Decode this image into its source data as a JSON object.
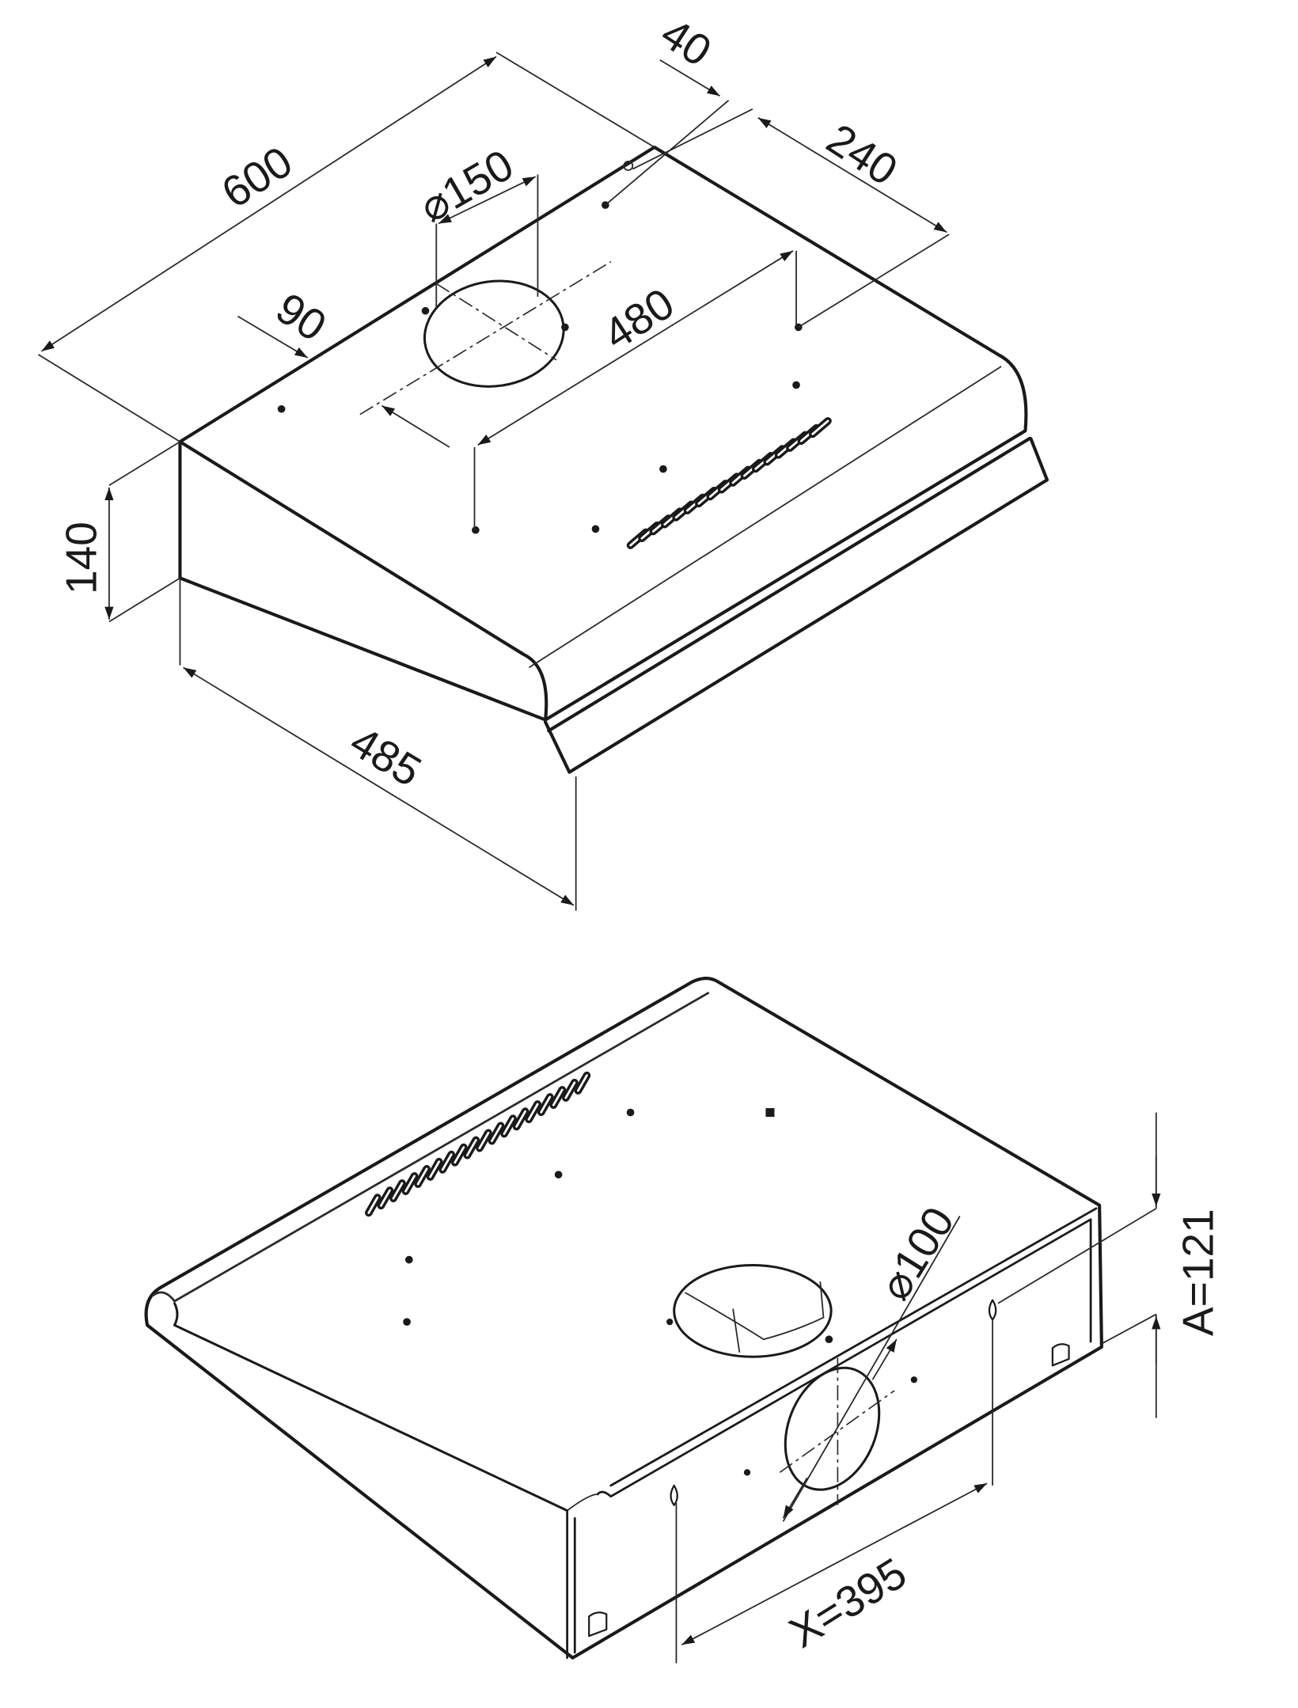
{
  "top_view": {
    "dimensions": {
      "width": "600",
      "height": "140",
      "depth": "485",
      "outlet_diameter": "⌀150",
      "outlet_offset": "90",
      "hole_spacing": "480",
      "rear_offset": "40",
      "rear_spacing": "240"
    }
  },
  "bottom_view": {
    "dimensions": {
      "rear_outlet_diameter": "⌀100",
      "a_value": "A=121",
      "x_value": "X=395"
    }
  },
  "colors": {
    "line": "#1a1a1a",
    "background": "#ffffff"
  }
}
